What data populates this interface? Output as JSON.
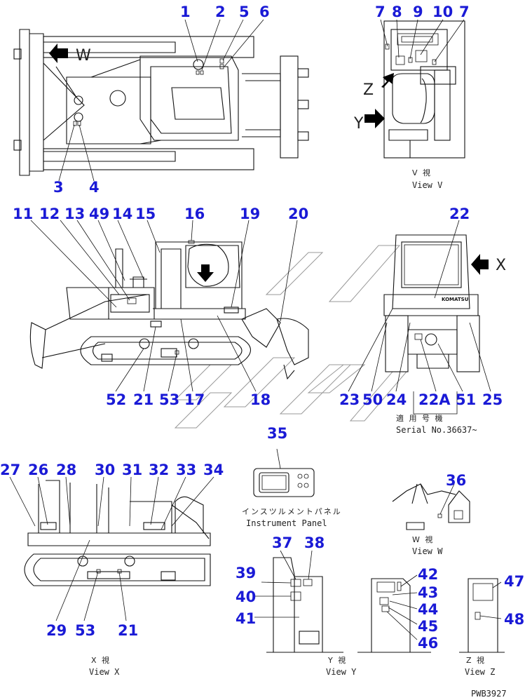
{
  "callouts": {
    "c1": "1",
    "c2": "2",
    "c3": "3",
    "c4": "4",
    "c5": "5",
    "c6": "6",
    "c7a": "7",
    "c8": "8",
    "c9": "9",
    "c10": "10",
    "c7b": "7",
    "c11": "11",
    "c12": "12",
    "c13": "13",
    "c49": "49",
    "c14": "14",
    "c15": "15",
    "c16": "16",
    "c19": "19",
    "c20": "20",
    "c22": "22",
    "c52": "52",
    "c21a": "21",
    "c53a": "53",
    "c17": "17",
    "c18": "18",
    "c23": "23",
    "c50": "50",
    "c24": "24",
    "c22a": "22A",
    "c51": "51",
    "c25": "25",
    "c35": "35",
    "c27": "27",
    "c26": "26",
    "c28": "28",
    "c30": "30",
    "c31": "31",
    "c32": "32",
    "c33": "33",
    "c34": "34",
    "c36": "36",
    "c29": "29",
    "c53b": "53",
    "c21b": "21",
    "c37": "37",
    "c38": "38",
    "c39": "39",
    "c40": "40",
    "c41": "41",
    "c42": "42",
    "c43": "43",
    "c44": "44",
    "c45": "45",
    "c46": "46",
    "c47": "47",
    "c48": "48"
  },
  "captions": {
    "view_v_jp": "V 視",
    "view_v_en": "View V",
    "serial_jp": "適 用 号 機",
    "serial_en": "Serial No.36637~",
    "panel_jp": "インスツルメントパネル",
    "panel_en": "Instrument Panel",
    "view_w_jp": "W 視",
    "view_w_en": "View W",
    "view_x_jp": "X 視",
    "view_x_en": "View X",
    "view_y_jp": "Y 視",
    "view_y_en": "View Y",
    "view_z_jp": "Z 視",
    "view_z_en": "View Z",
    "drawing_code": "PWB3927"
  },
  "view_letters": {
    "w_top": "W",
    "z": "Z",
    "y": "Y",
    "x": "X"
  },
  "brand_text": "KOMATSU",
  "colors": {
    "callout": "#1a1ad6",
    "line": "#111111",
    "arrow": "#000000"
  }
}
